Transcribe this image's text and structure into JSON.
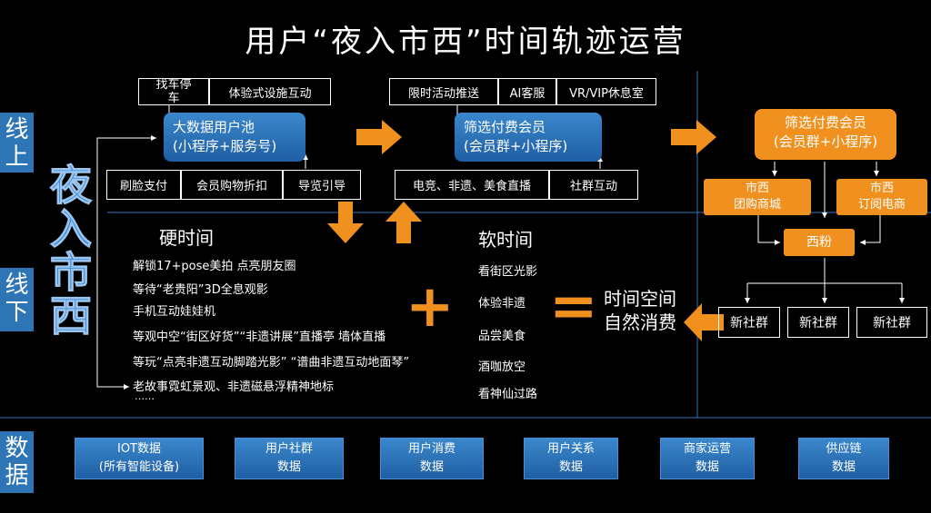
{
  "title": "用户“夜入市西”时间轨迹运营",
  "side_labels": {
    "online": "线上",
    "offline": "线下",
    "data": "数据"
  },
  "vertical_brand": "夜入市西",
  "online": {
    "group1_top": [
      "找车停车",
      "体验式设施互动"
    ],
    "group1_pool": [
      "大数据用户池",
      "(小程序+服务号)"
    ],
    "group1_bottom": [
      "刷脸支付",
      "会员购物折扣",
      "导览引导"
    ],
    "group2_top": [
      "限时活动推送",
      "AI客服",
      "VR/VIP休息室"
    ],
    "group2_pool": [
      "筛选付费会员",
      "(会员群+小程序)"
    ],
    "group2_bottom": [
      "电竞、非遗、美食直播",
      "社群互动"
    ],
    "group3_pool": [
      "筛选付费会员",
      "(会员群+小程序)"
    ],
    "group3_left": [
      "市西",
      "团购商城"
    ],
    "group3_right": [
      "市西",
      "订阅电商"
    ],
    "group3_fans": "西粉",
    "communities": [
      "新社群",
      "新社群",
      "新社群"
    ]
  },
  "offline": {
    "hard_title": "硬时间",
    "hard_items": [
      "解锁17+pose美拍 点亮朋友圈",
      "等待“老贵阳”3D全息观影",
      "手机互动娃娃机",
      "等观中空“街区好货”“非遗讲展”直播亭 墙体直播",
      "等玩“点亮非遗互动脚踏光影” “谱曲非遗互动地面琴”",
      "老故事霓虹景观、非遗磁悬浮精神地标",
      "……"
    ],
    "soft_title": "软时间",
    "soft_items": [
      "看街区光影",
      "体验非遗",
      "品尝美食",
      "酒咖放空",
      "看神仙过路"
    ],
    "plus": "+",
    "equals": "=",
    "result": [
      "时间空间",
      "自然消费"
    ]
  },
  "data_boxes": [
    [
      "IOT数据",
      "(所有智能设备)"
    ],
    [
      "用户社群",
      "数据"
    ],
    [
      "用户消费",
      "数据"
    ],
    [
      "用户关系",
      "数据"
    ],
    [
      "商家运营",
      "数据"
    ],
    [
      "供应链",
      "数据"
    ]
  ],
  "colors": {
    "accent_blue": "#2e75b6",
    "accent_orange": "#f0901e",
    "background": "#000000"
  }
}
